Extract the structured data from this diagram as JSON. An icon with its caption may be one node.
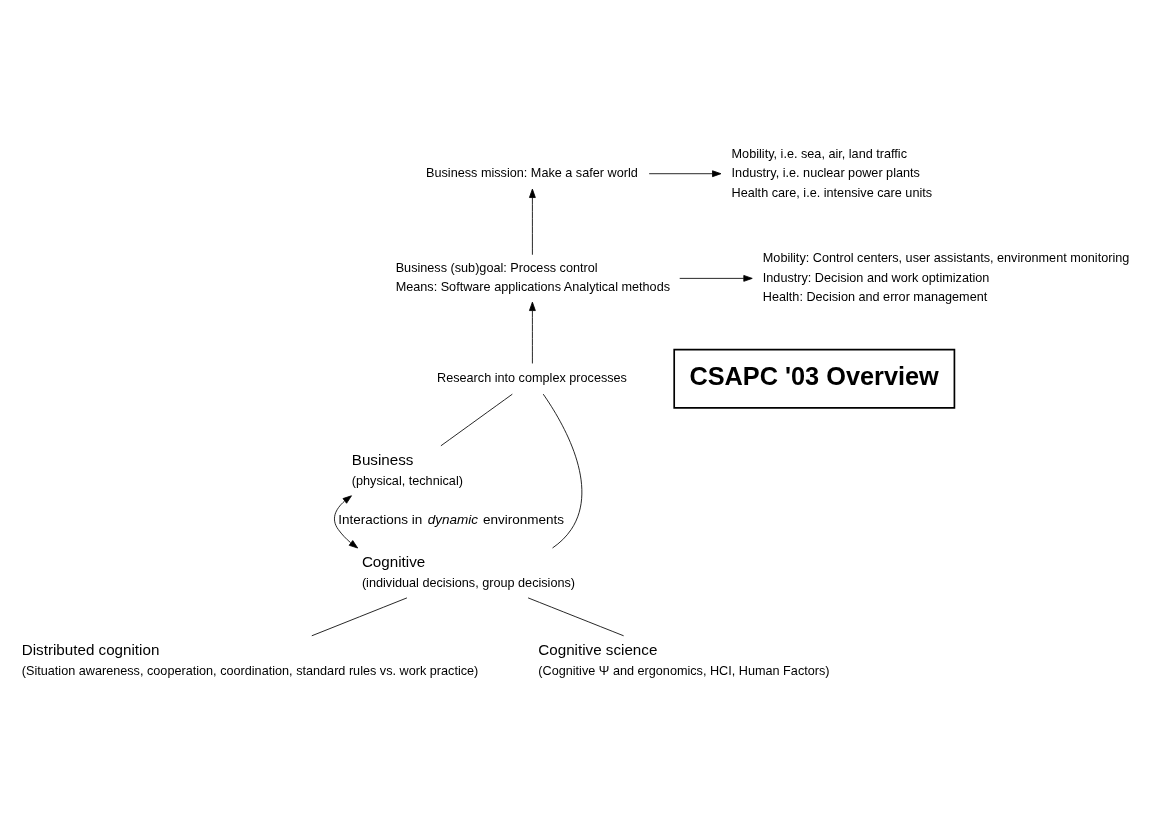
{
  "diagram": {
    "nodes": [
      {
        "text": [
          "Business mission: Make a safer world"
        ]
      },
      {
        "text": [
          "Mobility, i.e. sea, air, land traffic",
          "Industry, i.e. nuclear power plants",
          "Health care, i.e. intensive care units"
        ]
      },
      {
        "text": [
          "Business (sub)goal: Process control",
          "Means: Software applications Analytical methods"
        ]
      },
      {
        "text": [
          "Mobility: Control centers, user assistants, environment monitoring",
          "Industry: Decision and work optimization",
          "Health: Decision and error management"
        ]
      },
      {
        "text": [
          "Research into complex processes"
        ]
      },
      {
        "text": [
          "Business",
          "(physical, technical)"
        ]
      },
      {
        "text": [
          "Cognitive",
          "(individual decisions, group decisions)"
        ]
      },
      {
        "text": [
          "CSAPC '03 Overview"
        ]
      },
      {
        "text": [
          "Distributed cognition",
          "(Situation awareness, cooperation, coordination, standard rules vs. work practice)"
        ]
      },
      {
        "text": [
          "Cognitive science",
          "(Cognitive Ψ and ergonomics, HCI, Human Factors)"
        ]
      }
    ],
    "edges": [
      {
        "from": 0,
        "to": 1,
        "arrow": "to"
      },
      {
        "from": 2,
        "to": 0,
        "arrow": "to"
      },
      {
        "from": 2,
        "to": 3,
        "arrow": "to"
      },
      {
        "from": 4,
        "to": 2,
        "arrow": "to"
      },
      {
        "from": 4,
        "to": 5,
        "arrow": "none"
      },
      {
        "from": 4,
        "to": 6,
        "arrow": "none"
      },
      {
        "from": 5,
        "to": 6,
        "arrow": "both",
        "label": "Interactions in *dynamic* environments"
      },
      {
        "from": 6,
        "to": 8,
        "arrow": "none"
      },
      {
        "from": 6,
        "to": 9,
        "arrow": "none"
      }
    ]
  }
}
